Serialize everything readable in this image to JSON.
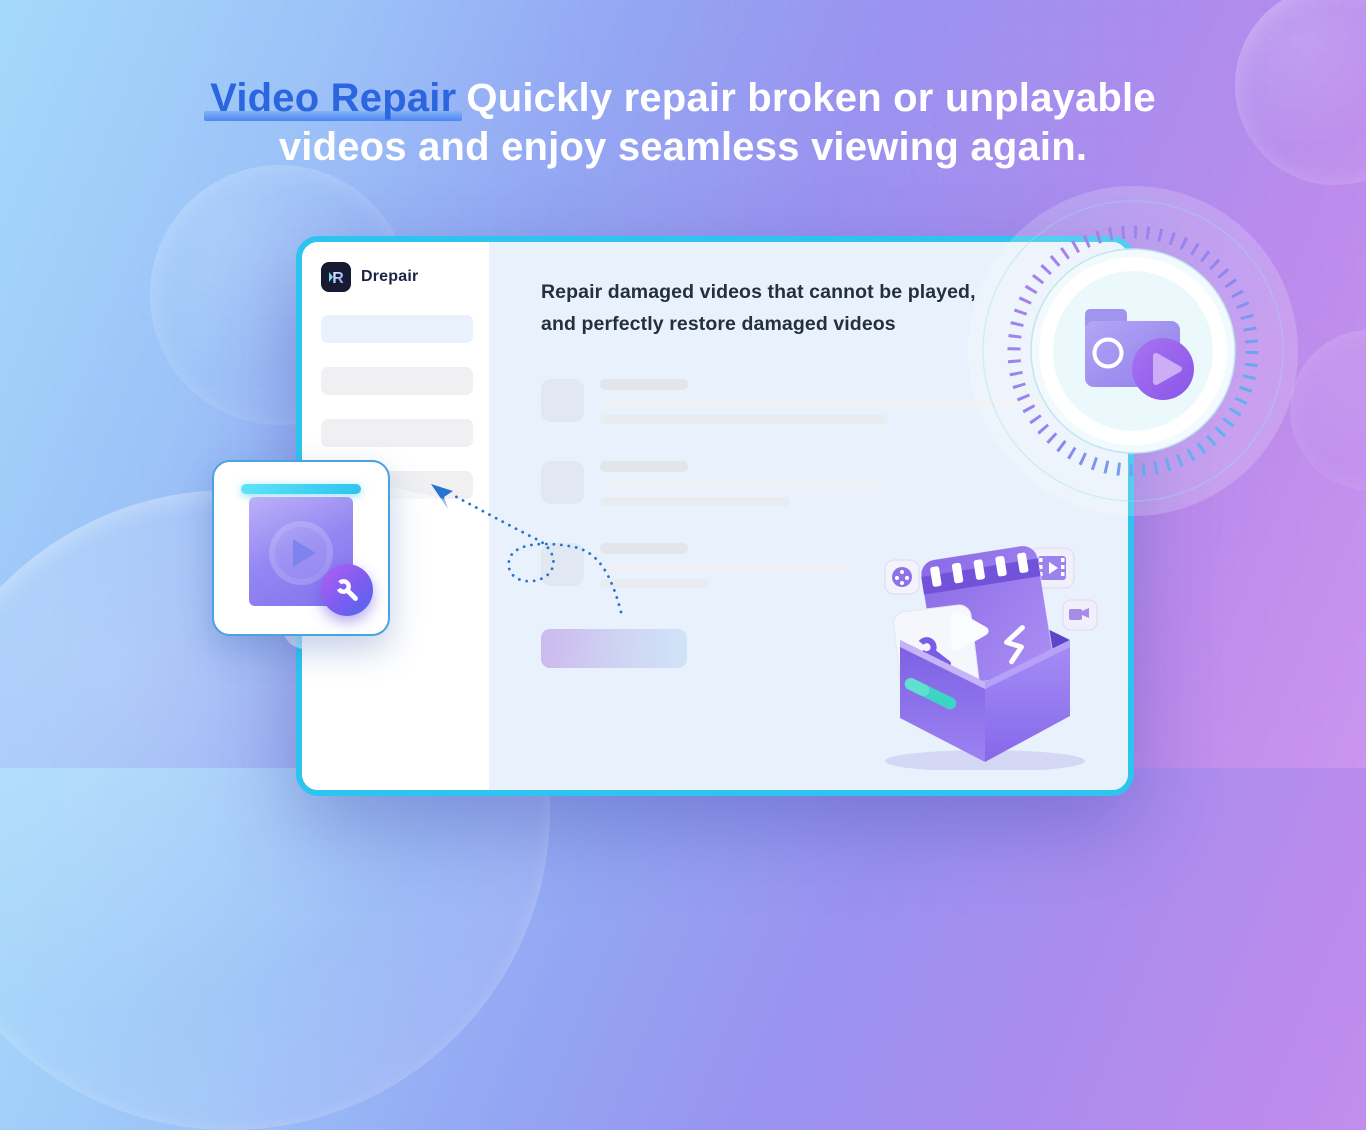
{
  "colors": {
    "accent-cyan": "#2fc3f0",
    "headline-blue": "#2b66e0",
    "underline-blue": "#5f9df5",
    "brand-navy": "#1b2340",
    "heading-dark": "#242f3f",
    "dot-blue": "#2673d2",
    "card-border": "#4aa3df"
  },
  "headline": {
    "highlight": "Video Repair",
    "line1_rest": "Quickly repair broken or unplayable",
    "line2": "videos and enjoy seamless viewing again."
  },
  "app": {
    "brand": "Drepair",
    "content_heading_line1": "Repair damaged videos that cannot be played,",
    "content_heading_line2": "and perfectly restore damaged videos",
    "sidebar": {
      "items": [
        {
          "state": "active"
        },
        {
          "state": "default"
        },
        {
          "state": "default"
        },
        {
          "state": "default"
        }
      ]
    },
    "skeleton_rows": 3
  },
  "icons": {
    "logo": "drepair-logo-icon",
    "wrench_badge": "wrench-icon",
    "play": "play-icon",
    "video_folder": "video-folder-icon",
    "dial_ticks": "progress-dial-icon",
    "dotted_arrow": "dotted-arrow-icon",
    "film_reel": "film-reel-icon",
    "video_player": "video-player-icon",
    "camcorder": "camcorder-icon",
    "repair_box": "repair-box-illustration"
  }
}
